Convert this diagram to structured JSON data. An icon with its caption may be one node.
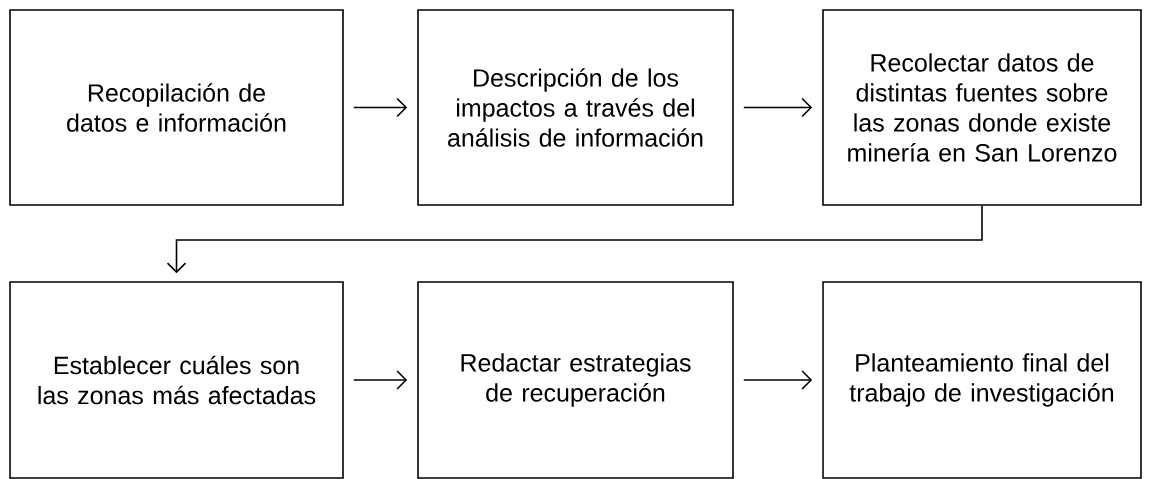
{
  "diagram": {
    "nodes": [
      {
        "text": [
          "Recopilación de datos e información"
        ]
      },
      {
        "text": [
          "Descripción de los impactos a través del análisis de información"
        ]
      },
      {
        "text": [
          "Recolectar datos de distintas fuentes sobre las zonas donde existe minería en San Lorenzo"
        ]
      },
      {
        "text": [
          "Establecer cuáles son las zonas más afectadas"
        ]
      },
      {
        "text": [
          "Redactar estrategias de recuperación"
        ]
      },
      {
        "text": [
          "Planteamiento final del trabajo de investigación"
        ]
      }
    ],
    "edges": [
      {
        "from": 0,
        "to": 1,
        "arrow": "to"
      },
      {
        "from": 1,
        "to": 2,
        "arrow": "to"
      },
      {
        "from": 2,
        "to": 3,
        "arrow": "to"
      },
      {
        "from": 3,
        "to": 4,
        "arrow": "to"
      },
      {
        "from": 4,
        "to": 5,
        "arrow": "to"
      }
    ]
  }
}
